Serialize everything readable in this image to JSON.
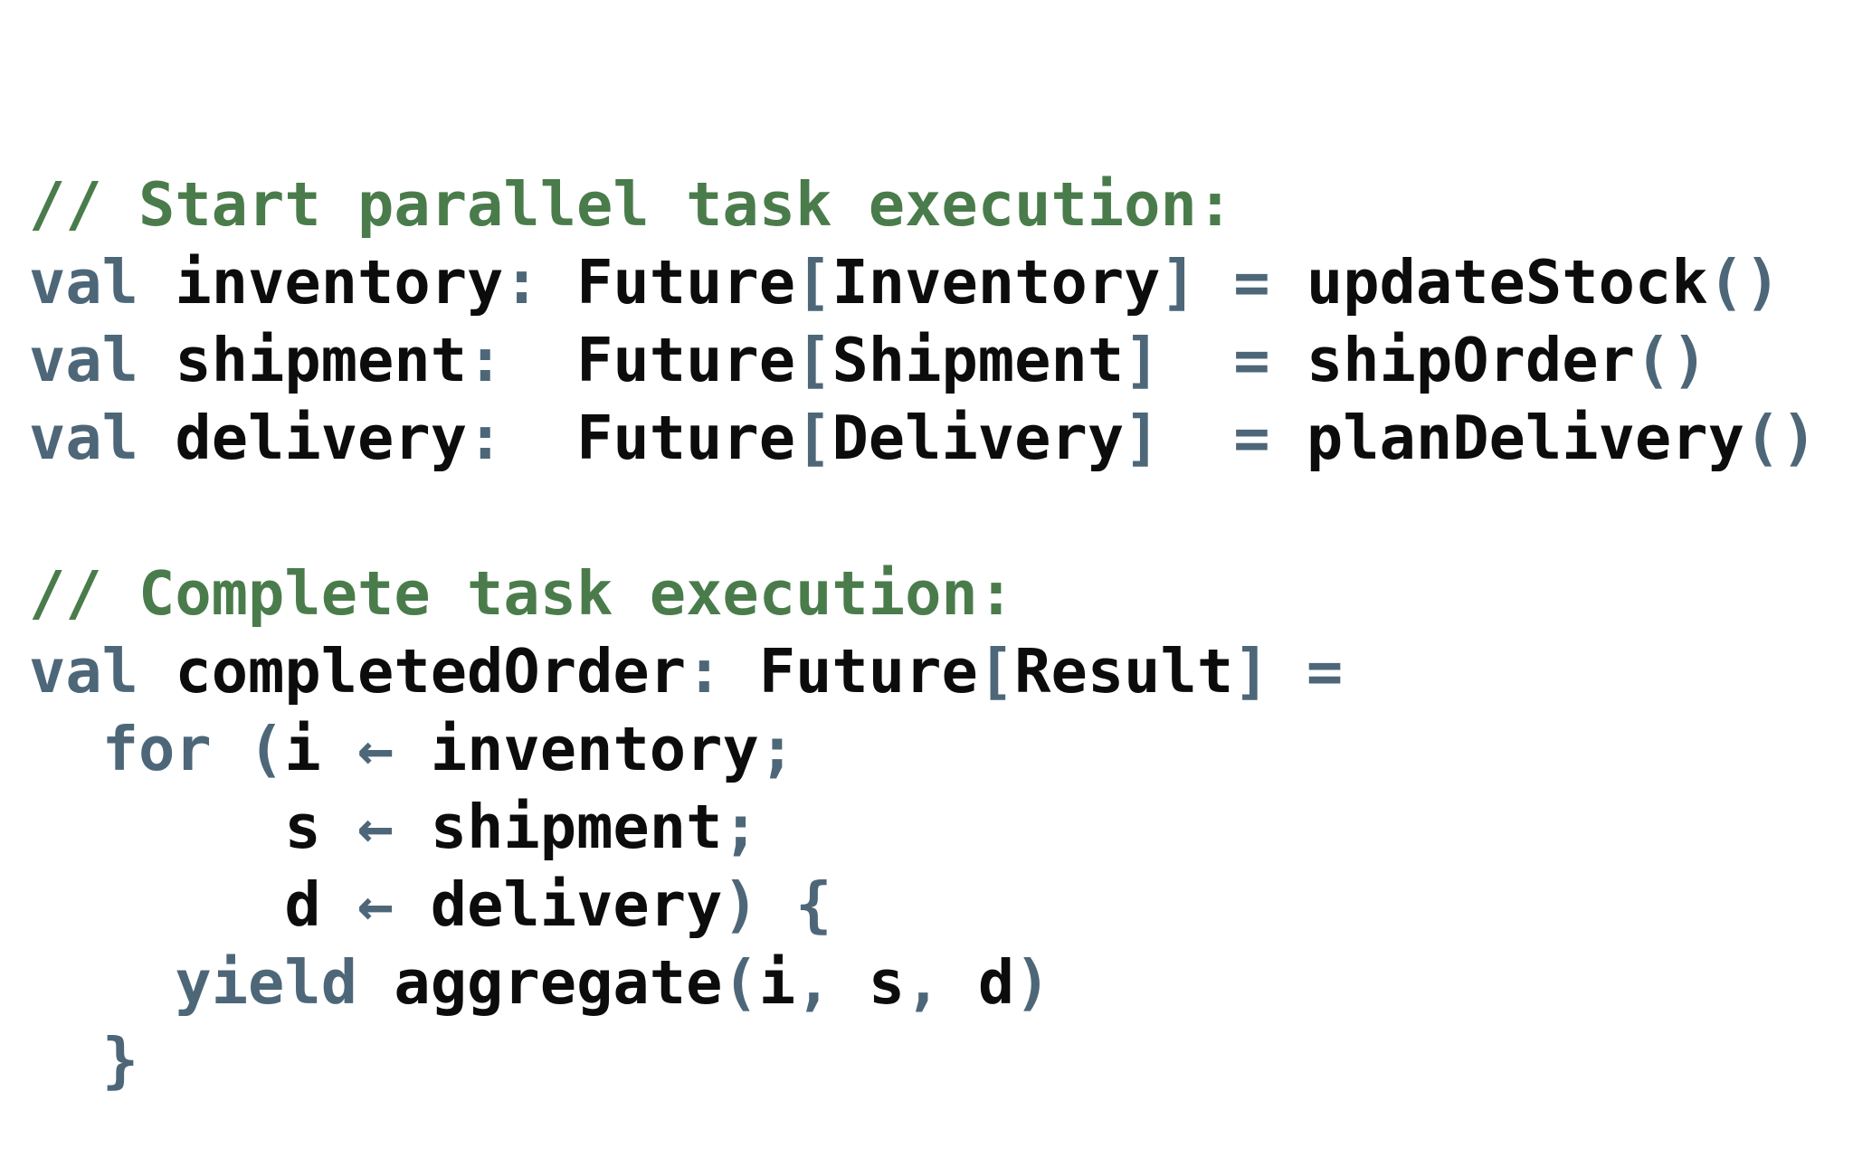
{
  "page": {
    "background": "#ffffff"
  },
  "code_block": {
    "language": "scala",
    "colors": {
      "comment": "#4a7c4b",
      "keyword": "#4d6779",
      "punct": "#4d6779",
      "plain": "#0c0c0c"
    },
    "lines": [
      {
        "tokens": [
          {
            "style": "comment",
            "text": "// Start parallel task execution:"
          }
        ]
      },
      {
        "tokens": [
          {
            "style": "keyword",
            "text": "val"
          },
          {
            "style": "plain",
            "text": " inventory"
          },
          {
            "style": "punct",
            "text": ":"
          },
          {
            "style": "plain",
            "text": " Future"
          },
          {
            "style": "punct",
            "text": "["
          },
          {
            "style": "plain",
            "text": "Inventory"
          },
          {
            "style": "punct",
            "text": "]"
          },
          {
            "style": "plain",
            "text": " "
          },
          {
            "style": "punct",
            "text": "="
          },
          {
            "style": "plain",
            "text": " updateStock"
          },
          {
            "style": "punct",
            "text": "()"
          }
        ]
      },
      {
        "tokens": [
          {
            "style": "keyword",
            "text": "val"
          },
          {
            "style": "plain",
            "text": " shipment"
          },
          {
            "style": "punct",
            "text": ":"
          },
          {
            "style": "plain",
            "text": "  Future"
          },
          {
            "style": "punct",
            "text": "["
          },
          {
            "style": "plain",
            "text": "Shipment"
          },
          {
            "style": "punct",
            "text": "]"
          },
          {
            "style": "plain",
            "text": "  "
          },
          {
            "style": "punct",
            "text": "="
          },
          {
            "style": "plain",
            "text": " shipOrder"
          },
          {
            "style": "punct",
            "text": "()"
          }
        ]
      },
      {
        "tokens": [
          {
            "style": "keyword",
            "text": "val"
          },
          {
            "style": "plain",
            "text": " delivery"
          },
          {
            "style": "punct",
            "text": ":"
          },
          {
            "style": "plain",
            "text": "  Future"
          },
          {
            "style": "punct",
            "text": "["
          },
          {
            "style": "plain",
            "text": "Delivery"
          },
          {
            "style": "punct",
            "text": "]"
          },
          {
            "style": "plain",
            "text": "  "
          },
          {
            "style": "punct",
            "text": "="
          },
          {
            "style": "plain",
            "text": " planDelivery"
          },
          {
            "style": "punct",
            "text": "()"
          }
        ]
      },
      {
        "tokens": []
      },
      {
        "tokens": [
          {
            "style": "comment",
            "text": "// Complete task execution:"
          }
        ]
      },
      {
        "tokens": [
          {
            "style": "keyword",
            "text": "val"
          },
          {
            "style": "plain",
            "text": " completedOrder"
          },
          {
            "style": "punct",
            "text": ":"
          },
          {
            "style": "plain",
            "text": " Future"
          },
          {
            "style": "punct",
            "text": "["
          },
          {
            "style": "plain",
            "text": "Result"
          },
          {
            "style": "punct",
            "text": "]"
          },
          {
            "style": "plain",
            "text": " "
          },
          {
            "style": "punct",
            "text": "="
          }
        ]
      },
      {
        "tokens": [
          {
            "style": "plain",
            "text": "  "
          },
          {
            "style": "keyword",
            "text": "for"
          },
          {
            "style": "plain",
            "text": " "
          },
          {
            "style": "punct",
            "text": "("
          },
          {
            "style": "plain",
            "text": "i "
          },
          {
            "style": "punct",
            "text": "←"
          },
          {
            "style": "plain",
            "text": " inventory"
          },
          {
            "style": "punct",
            "text": ";"
          }
        ]
      },
      {
        "tokens": [
          {
            "style": "plain",
            "text": "       s "
          },
          {
            "style": "punct",
            "text": "←"
          },
          {
            "style": "plain",
            "text": " shipment"
          },
          {
            "style": "punct",
            "text": ";"
          }
        ]
      },
      {
        "tokens": [
          {
            "style": "plain",
            "text": "       d "
          },
          {
            "style": "punct",
            "text": "←"
          },
          {
            "style": "plain",
            "text": " delivery"
          },
          {
            "style": "punct",
            "text": ") {"
          }
        ]
      },
      {
        "tokens": [
          {
            "style": "plain",
            "text": "    "
          },
          {
            "style": "keyword",
            "text": "yield"
          },
          {
            "style": "plain",
            "text": " aggregate"
          },
          {
            "style": "punct",
            "text": "("
          },
          {
            "style": "plain",
            "text": "i"
          },
          {
            "style": "punct",
            "text": ","
          },
          {
            "style": "plain",
            "text": " s"
          },
          {
            "style": "punct",
            "text": ","
          },
          {
            "style": "plain",
            "text": " d"
          },
          {
            "style": "punct",
            "text": ")"
          }
        ]
      },
      {
        "tokens": [
          {
            "style": "plain",
            "text": "  "
          },
          {
            "style": "punct",
            "text": "}"
          }
        ]
      }
    ]
  }
}
